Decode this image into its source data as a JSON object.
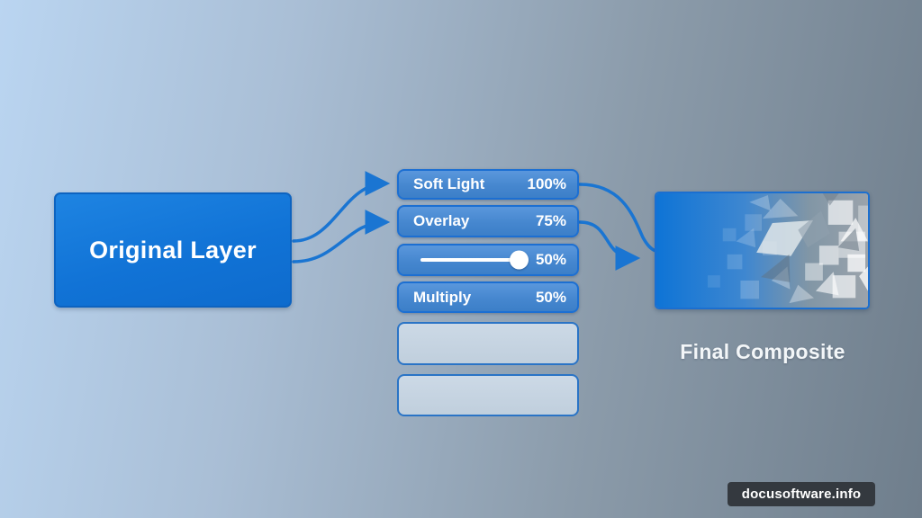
{
  "diagram": {
    "source_node": {
      "label": "Original Layer"
    },
    "result_node": {
      "label": "Final Composite"
    },
    "blend_stack": [
      {
        "mode": "Soft Light",
        "opacity": "100%"
      },
      {
        "mode": "Overlay",
        "opacity": "75%"
      },
      {
        "mode": "",
        "opacity": "50%",
        "control": "opacity-slider"
      },
      {
        "mode": "Multiply",
        "opacity": "50%"
      },
      {
        "mode": "",
        "opacity": ""
      },
      {
        "mode": "",
        "opacity": ""
      }
    ]
  },
  "watermark": {
    "text": "docusoftware.info"
  },
  "colors": {
    "accent_blue": "#1478d8",
    "panel_border_blue": "#1c6fd2",
    "arrow_blue": "#1a75d2",
    "background_left": "#bad5f1",
    "background_right": "#6f7e8c",
    "empty_panel_fill": "#c6d4e2",
    "watermark_bg": "#34393f"
  }
}
